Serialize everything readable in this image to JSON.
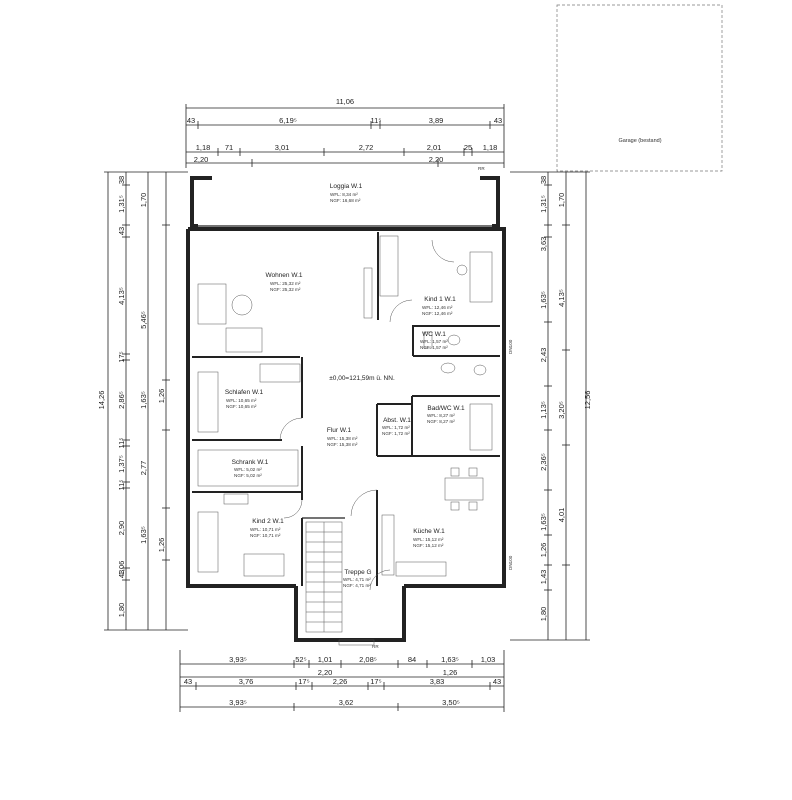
{
  "garage": {
    "label": "Garage (bestand)"
  },
  "rooms": [
    {
      "key": "loggia",
      "name": "Loggia W.1",
      "wfl": "WFL: 8,34 m²",
      "ngf": "NGF: 16,68 m²"
    },
    {
      "key": "wohnen",
      "name": "Wohnen W.1",
      "wfl": "WFL: 25,32 m²",
      "ngf": "NGF: 25,32 m²"
    },
    {
      "key": "kind1",
      "name": "Kind 1 W.1",
      "wfl": "WFL: 12,46 m²",
      "ngf": "NGF: 12,46 m²"
    },
    {
      "key": "wc",
      "name": "WC W.1",
      "wfl": "WFL: 1,57 m²",
      "ngf": "NGF: 1,57 m²"
    },
    {
      "key": "schlafen",
      "name": "Schlafen W.1",
      "wfl": "WFL: 10,65 m²",
      "ngf": "NGF: 10,65 m²"
    },
    {
      "key": "flur",
      "name": "Flur W.1",
      "wfl": "WFL: 15,38 m²",
      "ngf": "NGF: 15,38 m²"
    },
    {
      "key": "abst",
      "name": "Abst. W.1",
      "wfl": "WFL: 1,72 m²",
      "ngf": "NGF: 1,72 m²"
    },
    {
      "key": "bad",
      "name": "Bad/WC W.1",
      "wfl": "WFL: 8,27 m²",
      "ngf": "NGF: 8,27 m²"
    },
    {
      "key": "schrank",
      "name": "Schrank W.1",
      "wfl": "WFL: 5,02 m²",
      "ngf": "NGF: 5,02 m²"
    },
    {
      "key": "kind2",
      "name": "Kind 2 W.1",
      "wfl": "WFL: 10,71 m²",
      "ngf": "NGF: 10,71 m²"
    },
    {
      "key": "kueche",
      "name": "Küche W.1",
      "wfl": "WFL: 15,12 m²",
      "ngf": "NGF: 15,12 m²"
    },
    {
      "key": "treppe",
      "name": "Treppe G",
      "wfl": "WFL: 4,71 m²",
      "ngf": "NGF: 4,71 m²"
    }
  ],
  "level": "±0,00=121,59m ü. NN.",
  "marks": {
    "rr_top": "RR",
    "rr_bottom": "RR",
    "dn_upper": "DN100",
    "dn_lower": "DN100"
  },
  "dims_top": {
    "overall": "11,06",
    "row1": [
      "43",
      "6,19⁵",
      "11⁵",
      "3,89",
      "43"
    ],
    "row2": [
      "1,18",
      "71",
      "3,01",
      "2,72",
      "2,01",
      "25",
      "1,18"
    ],
    "row3": [
      "2,20",
      "2,20"
    ]
  },
  "dims_bottom": {
    "row1": [
      "3,93⁵",
      "52⁵",
      "1,01",
      "2,08⁵",
      "84",
      "1,63⁵",
      "1,03"
    ],
    "row2a": [
      "2,20",
      "1,26"
    ],
    "row2": [
      "43",
      "3,76",
      "17⁵",
      "2,26",
      "17⁵",
      "3,83",
      "43"
    ],
    "row3": [
      "3,93⁵",
      "3,62",
      "3,50⁵"
    ]
  },
  "dims_left": {
    "outer": [
      "14,26"
    ],
    "col1": [
      "38",
      "1,31⁵",
      "43",
      "4,13⁵",
      "17⁵",
      "2,86⁵",
      "11⁵",
      "1,37⁵",
      "11⁵",
      "2,90",
      "43",
      "1,06",
      "1,80"
    ],
    "col2": [
      "1,70",
      "5,46⁵",
      "1,63⁵",
      "2,77",
      "1,63⁵"
    ],
    "col3": [
      "1,26",
      "1,26"
    ]
  },
  "dims_right": {
    "outer": [
      "12,56"
    ],
    "col1": [
      "38",
      "1,31⁵",
      "3,63",
      "1,63⁵",
      "2,43",
      "1,13⁵",
      "2,36⁵",
      "1,63⁵",
      "1,26",
      "1,43",
      "1,80"
    ],
    "col2": [
      "1,70",
      "4,13⁵",
      "3,20⁵",
      "4,01"
    ]
  }
}
